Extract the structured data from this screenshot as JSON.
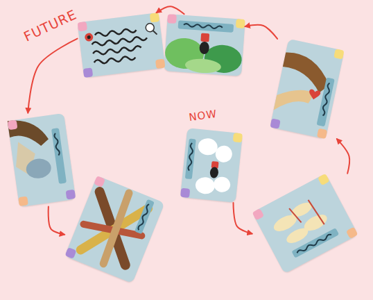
{
  "diagram": {
    "nodes": [
      {
        "text": [
          "FUTURE"
        ]
      },
      {
        "text": []
      },
      {
        "text": []
      },
      {
        "text": []
      },
      {
        "text": [
          "NOW"
        ]
      },
      {
        "text": []
      },
      {
        "text": []
      }
    ],
    "edges": [
      {
        "from": 4,
        "to": 5,
        "arrow": "to"
      },
      {
        "from": 5,
        "to": 2,
        "arrow": "to"
      },
      {
        "from": 2,
        "to": 1,
        "arrow": "to"
      },
      {
        "from": 1,
        "to": 0,
        "arrow": "to"
      },
      {
        "from": 0,
        "to": 3,
        "arrow": "to"
      },
      {
        "from": 3,
        "to": 6,
        "arrow": "to"
      }
    ]
  }
}
